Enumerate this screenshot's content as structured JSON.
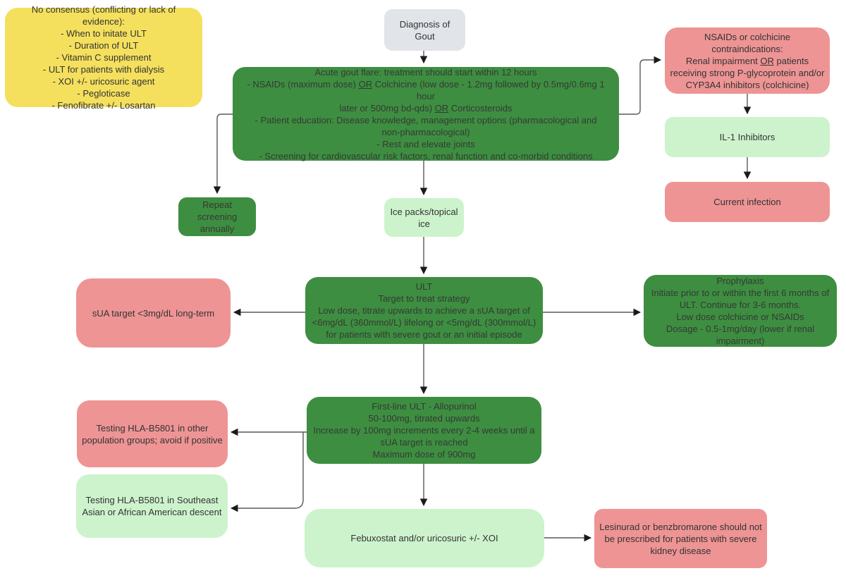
{
  "colors": {
    "dark_green": "#3e8e41",
    "light_green": "#cdf3cd",
    "pink": "#ee9494",
    "yellow": "#f5e05e",
    "gray": "#e1e4e8",
    "text": "#333333",
    "connector": "#595959"
  },
  "nodes": {
    "no_consensus": {
      "lines": [
        [
          {
            "t": "No consensus (conflicting or lack of evidence):"
          }
        ],
        [
          {
            "t": "- When to initate ULT"
          }
        ],
        [
          {
            "t": "- Duration of ULT"
          }
        ],
        [
          {
            "t": "- Vitamin C supplement"
          }
        ],
        [
          {
            "t": "- ULT for patients with dialysis"
          }
        ],
        [
          {
            "t": "- XOI +/- uricosuric agent"
          }
        ],
        [
          {
            "t": "- Pegloticase"
          }
        ],
        [
          {
            "t": "- Fenofibrate +/- Losartan"
          }
        ]
      ]
    },
    "diagnosis": {
      "label": "Diagnosis of Gout"
    },
    "acute_flare": {
      "lines": [
        [
          {
            "t": "Acute gout flare: treatment should start within 12 hours"
          }
        ],
        [
          {
            "t": "- NSAIDs (maximum dose) "
          },
          {
            "t": "OR",
            "u": true
          },
          {
            "t": " Colchicine (low dose - 1.2mg followed by 0.5mg/0.6mg 1 hour"
          }
        ],
        [
          {
            "t": "later or 500mg bd-qds) "
          },
          {
            "t": "OR",
            "u": true
          },
          {
            "t": " Corticosteroids"
          }
        ],
        [
          {
            "t": "- Patient education: Disease knowledge, management options (pharmacological and"
          }
        ],
        [
          {
            "t": "non-pharmacological)"
          }
        ],
        [
          {
            "t": "- Rest and elevate joints"
          }
        ],
        [
          {
            "t": "- Screening for cardiovascular risk factors, renal function and co-morbid conditions"
          }
        ]
      ]
    },
    "nsaid_contraindications": {
      "lines": [
        [
          {
            "t": "NSAIDs or colchicine contraindications:"
          }
        ],
        [
          {
            "t": "Renal impairment "
          },
          {
            "t": "OR",
            "u": true
          },
          {
            "t": " patients"
          }
        ],
        [
          {
            "t": "receiving strong P-glycoprotein and/or"
          }
        ],
        [
          {
            "t": "CYP3A4 inhibitors (colchicine)"
          }
        ]
      ]
    },
    "il1_inhibitors": {
      "label": "IL-1 Inhibitors"
    },
    "current_infection": {
      "label": "Current infection"
    },
    "repeat_screening": {
      "lines": [
        [
          {
            "t": "Repeat screening"
          }
        ],
        [
          {
            "t": "annually"
          }
        ]
      ]
    },
    "ice_packs": {
      "lines": [
        [
          {
            "t": "Ice packs/topical"
          }
        ],
        [
          {
            "t": "ice"
          }
        ]
      ]
    },
    "ult": {
      "lines": [
        [
          {
            "t": "ULT"
          }
        ],
        [
          {
            "t": "Target to treat strategy"
          }
        ],
        [
          {
            "t": "Low dose, titrate upwards to achieve a sUA target of"
          }
        ],
        [
          {
            "t": "<6mg/dL (360mmol/L) lifelong or <5mg/dL (300mmol/L)"
          }
        ],
        [
          {
            "t": "for patients with severe gout or an initial episode"
          }
        ]
      ]
    },
    "sua_target": {
      "label": "sUA target <3mg/dL long-term"
    },
    "prophylaxis": {
      "lines": [
        [
          {
            "t": "Prophylaxis"
          }
        ],
        [
          {
            "t": "Initiate prior to or within the first 6 months of"
          }
        ],
        [
          {
            "t": "ULT. Continue for 3-6 months."
          }
        ],
        [
          {
            "t": "Low dose colchicine or NSAIDs"
          }
        ],
        [
          {
            "t": "Dosage - 0.5-1mg/day (lower if renal"
          }
        ],
        [
          {
            "t": "impairment)"
          }
        ]
      ]
    },
    "first_line_ult": {
      "lines": [
        [
          {
            "t": "First-line ULT - Allopurinol"
          }
        ],
        [
          {
            "t": "50-100mg, titrated upwards"
          }
        ],
        [
          {
            "t": "Increase by 100mg increments every 2-4 weeks until a"
          }
        ],
        [
          {
            "t": "sUA target is reached"
          }
        ],
        [
          {
            "t": "Maximum dose of 900mg"
          }
        ]
      ]
    },
    "hla_other_groups": {
      "lines": [
        [
          {
            "t": "Testing HLA-B5801 in other"
          }
        ],
        [
          {
            "t": "population groups; avoid if positive"
          }
        ]
      ]
    },
    "hla_southeast_asian": {
      "lines": [
        [
          {
            "t": "Testing HLA-B5801 in Southeast"
          }
        ],
        [
          {
            "t": "Asian or African American descent"
          }
        ]
      ]
    },
    "febuxostat": {
      "label": "Febuxostat and/or uricosuric +/- XOI"
    },
    "lesinurad": {
      "lines": [
        [
          {
            "t": "Lesinurad or benzbromarone should not"
          }
        ],
        [
          {
            "t": "be prescribed for patients with severe"
          }
        ],
        [
          {
            "t": "kidney disease"
          }
        ]
      ]
    }
  }
}
